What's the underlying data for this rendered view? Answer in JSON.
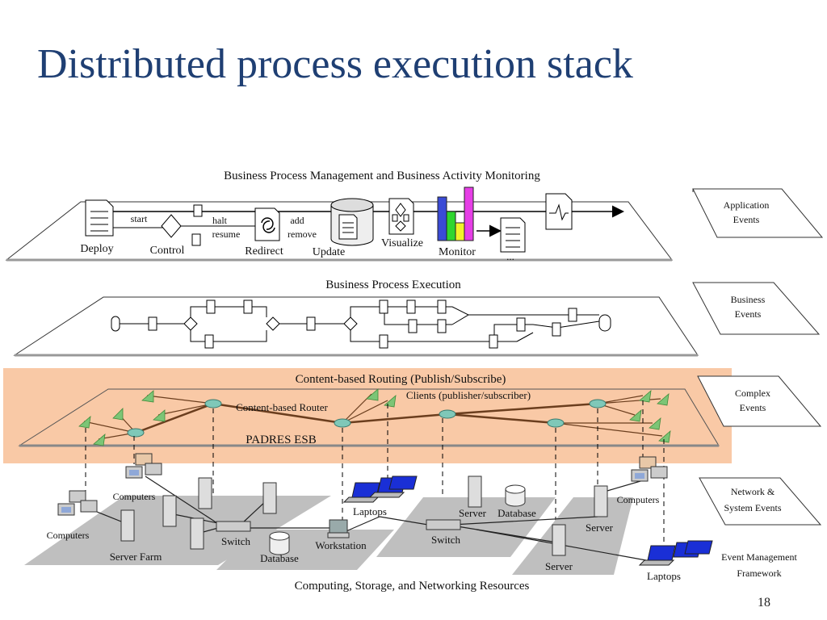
{
  "slide": {
    "title": "Distributed process execution stack",
    "page_number": "18"
  },
  "layers": {
    "app": {
      "heading": "Business Process Management and Business Activity Monitoring",
      "labels": {
        "deploy": "Deploy",
        "start": "start",
        "control": "Control",
        "halt": "halt",
        "resume": "resume",
        "redirect": "Redirect",
        "add": "add",
        "remove": "remove",
        "update": "Update",
        "visualize": "Visualize",
        "monitor": "Monitor",
        "ellipsis": "..."
      }
    },
    "process": {
      "heading": "Business Process Execution"
    },
    "routing": {
      "heading": "Content-based Routing (Publish/Subscribe)",
      "router_label": "Content-based Router",
      "clients_label": "Clients (publisher/subscriber)",
      "esb_label": "PADRES ESB"
    },
    "resources": {
      "heading": "Computing, Storage, and Networking Resources",
      "labels": {
        "computers_1": "Computers",
        "computers_2": "Computers",
        "computers_3": "Computers",
        "server_farm": "Server Farm",
        "switch_1": "Switch",
        "database_1": "Database",
        "workstation": "Workstation",
        "laptops_1": "Laptops",
        "server_1": "Server",
        "database_2": "Database",
        "switch_2": "Switch",
        "server_2": "Server",
        "server_3": "Server",
        "laptops_2": "Laptops"
      }
    }
  },
  "side_events": {
    "application": [
      "Application",
      "Events"
    ],
    "business": [
      "Business",
      "Events"
    ],
    "complex": [
      "Complex",
      "Events"
    ],
    "network": [
      "Network &",
      "System Events"
    ],
    "framework": [
      "Event Management",
      "Framework"
    ]
  },
  "colors": {
    "title": "#1f3f73",
    "highlight_band": "#f9c9a6",
    "router_node": "#7fc8b8",
    "client_node": "#7cc576",
    "resource_platform": "#bfbfbf",
    "laptop_screen": "#1a2fd6",
    "chart_bars": [
      "#3a4bd6",
      "#2fd62f",
      "#f2f22a",
      "#e63ee6"
    ]
  }
}
